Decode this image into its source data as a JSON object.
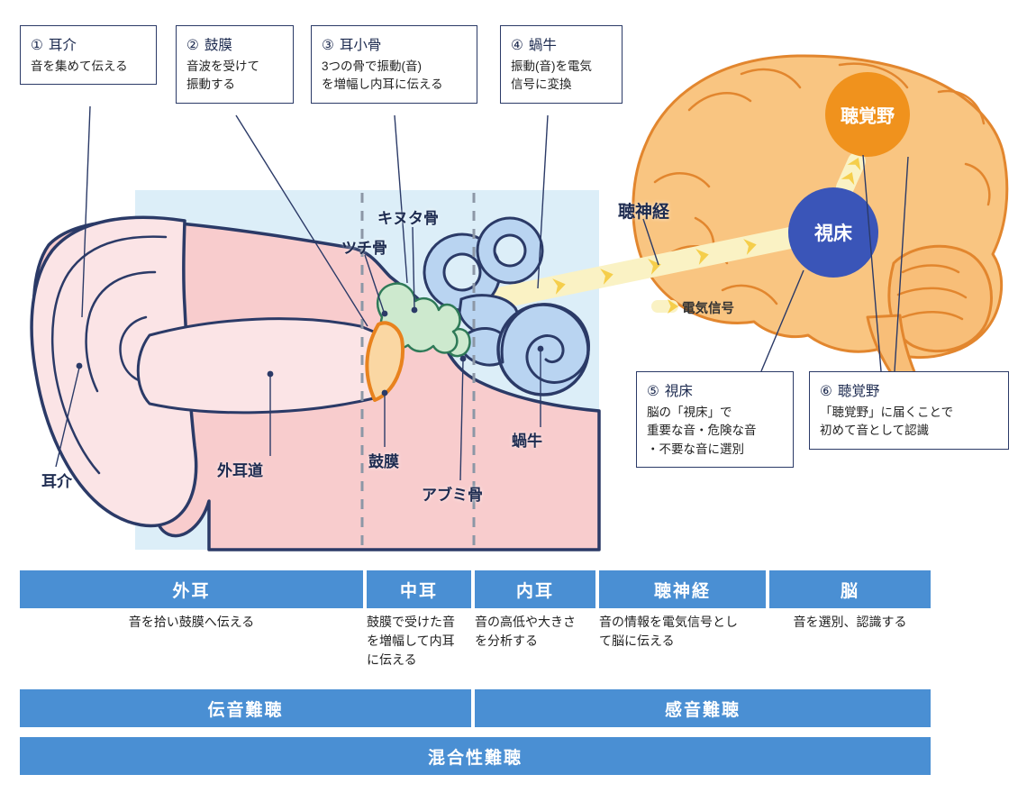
{
  "callouts": [
    {
      "number": "①",
      "title": "耳介",
      "desc": "音を集めて伝える"
    },
    {
      "number": "②",
      "title": "鼓膜",
      "desc": "音波を受けて\n振動する"
    },
    {
      "number": "③",
      "title": "耳小骨",
      "desc": "3つの骨で振動(音)\nを増幅し内耳に伝える"
    },
    {
      "number": "④",
      "title": "蝸牛",
      "desc": "振動(音)を電気\n信号に変換"
    },
    {
      "number": "⑤",
      "title": "視床",
      "desc": "脳の「視床」で\n重要な音・危険な音\n・不要な音に選別"
    },
    {
      "number": "⑥",
      "title": "聴覚野",
      "desc": "「聴覚野」に届くことで\n初めて音として認識"
    }
  ],
  "anatomy_labels": {
    "incus": "キヌタ骨",
    "malleus": "ツチ骨",
    "auricle": "耳介",
    "ear_canal": "外耳道",
    "eardrum": "鼓膜",
    "stapes": "アブミ骨",
    "cochlea": "蝸牛",
    "auditory_nerve": "聴神経",
    "thalamus": "視床",
    "auditory_cortex": "聴覚野",
    "electric_signal": "電気信号"
  },
  "stages": [
    {
      "label": "外耳",
      "desc": "音を拾い鼓膜へ伝える"
    },
    {
      "label": "中耳",
      "desc": "鼓膜で受けた音\nを増幅して内耳\nに伝える"
    },
    {
      "label": "内耳",
      "desc": "音の高低や大きさ\nを分析する"
    },
    {
      "label": "聴神経",
      "desc": "音の情報を電気信号とし\nて脳に伝える"
    },
    {
      "label": "脳",
      "desc": "音を選別、認識する"
    }
  ],
  "hearing_loss": {
    "conductive": "伝音難聴",
    "sensorineural": "感音難聴",
    "mixed": "混合性難聴"
  },
  "colors": {
    "bar_blue": "#4A8FD3",
    "thalamus_blue": "#3A55B8",
    "cortex_orange": "#F0921D",
    "brain_fill": "#F9C581",
    "signal_yellow": "#F5CE4B",
    "inner_ear_bg": "#DCEEF8",
    "flesh_pink": "#F8CCCD",
    "cochlea_blue": "#B9D4F1",
    "ossicle_green": "#CDE9CE",
    "eardrum_orange": "#E8821E"
  }
}
